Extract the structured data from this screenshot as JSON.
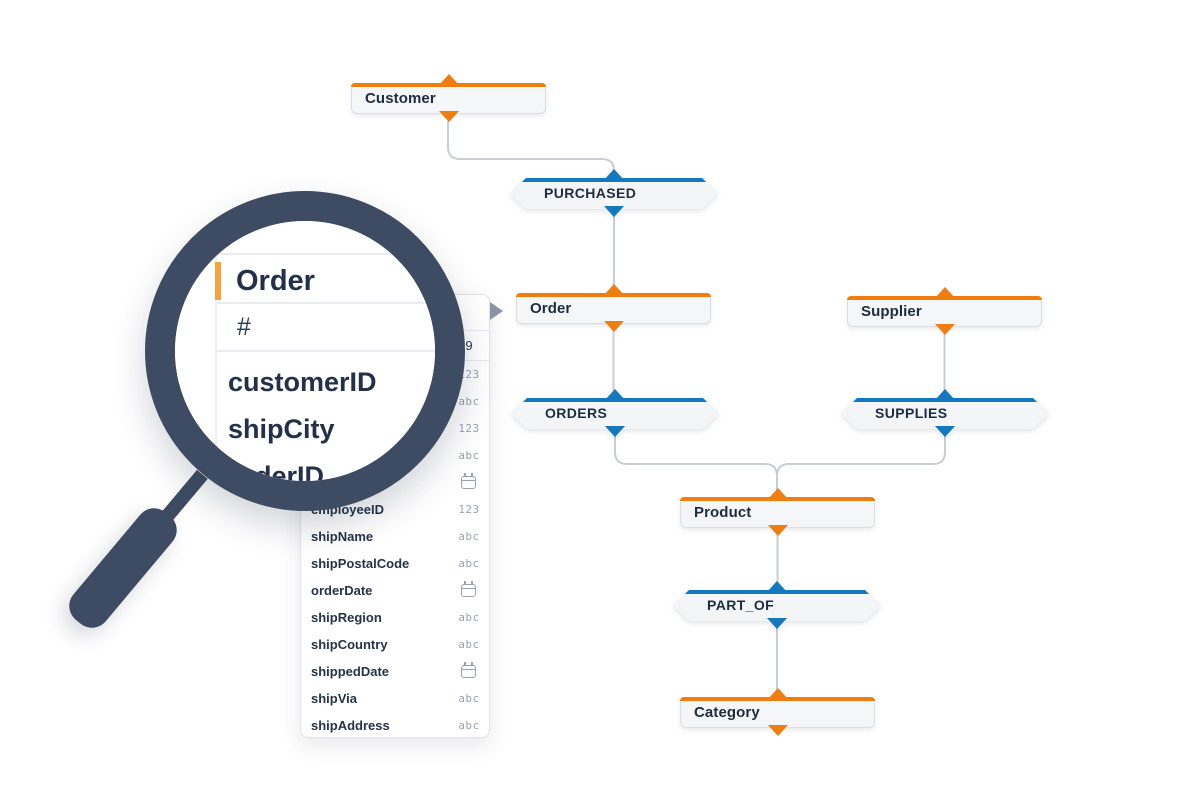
{
  "colors": {
    "node_accent_orange": "#ef7d10",
    "relationship_accent_blue": "#1478be",
    "lens_ring": "#3d4c62",
    "connector_gray": "#c9cdd4",
    "type_badge_gray": "#99a2b0",
    "panel_accent_orange": "#f7a23b",
    "text_navy": "#1e2c40"
  },
  "diagram": {
    "nodes": [
      {
        "label": "Customer"
      },
      {
        "label": "Order"
      },
      {
        "label": "Supplier"
      },
      {
        "label": "Product"
      },
      {
        "label": "Category"
      }
    ],
    "relationships": [
      {
        "label": "PURCHASED"
      },
      {
        "label": "ORDERS"
      },
      {
        "label": "SUPPLIES"
      },
      {
        "label": "PART_OF"
      }
    ]
  },
  "panel": {
    "title": "Order",
    "count_label": "#",
    "count_value": "9",
    "rows": [
      {
        "label": "customerID",
        "type": "number",
        "badge": "123"
      },
      {
        "label": "shipCity",
        "type": "text",
        "badge": "abc"
      },
      {
        "label": "orderID",
        "type": "number",
        "badge": "123"
      },
      {
        "label": "",
        "type": "text",
        "badge": "abc"
      },
      {
        "label": "",
        "type": "date",
        "badge": ""
      },
      {
        "label": "employeeID",
        "type": "number",
        "badge": "123"
      },
      {
        "label": "shipName",
        "type": "text",
        "badge": "abc"
      },
      {
        "label": "shipPostalCode",
        "type": "text",
        "badge": "abc"
      },
      {
        "label": "orderDate",
        "type": "date",
        "badge": ""
      },
      {
        "label": "shipRegion",
        "type": "text",
        "badge": "abc"
      },
      {
        "label": "shipCountry",
        "type": "text",
        "badge": "abc"
      },
      {
        "label": "shippedDate",
        "type": "date",
        "badge": ""
      },
      {
        "label": "shipVia",
        "type": "text",
        "badge": "abc"
      },
      {
        "label": "shipAddress",
        "type": "text",
        "badge": "abc"
      }
    ]
  },
  "lens": {
    "title": "Order",
    "count_label": "#",
    "rows": [
      "customerID",
      "shipCity",
      "orderID"
    ]
  }
}
